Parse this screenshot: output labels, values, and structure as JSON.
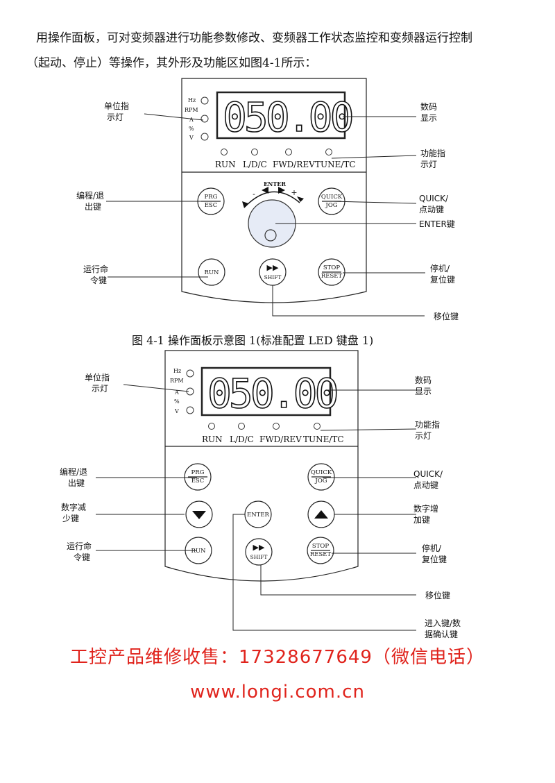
{
  "intro": {
    "line1": "用操作面板，可对变频器进行功能参数修改、变频器工作状态监控和变频器运行控制",
    "line2": "（起动、停止）等操作，其外形及功能区如图4-1所示："
  },
  "figure1": {
    "caption": "图 4-1 操作面板示意图 1(标准配置 LED 键盘 1)",
    "display": "050.00",
    "unit_leds": [
      "Hz",
      "RPM",
      "A",
      "%",
      "V"
    ],
    "status_leds": [
      "RUN",
      "L/D/C",
      "FWD/REV",
      "TUNE/TC"
    ],
    "keys": {
      "prg_top": "PRG",
      "prg_bottom": "ESC",
      "quick_top": "QUICK",
      "quick_bottom": "JOG",
      "run": "RUN",
      "shift_symbol": "▶▶",
      "shift": "SHIFT",
      "stop_top": "STOP",
      "stop_bottom": "RESET",
      "enter_label": "ENTER",
      "minus": "-",
      "plus": "+"
    },
    "callouts": {
      "unit_indicator": [
        "单位指",
        "示灯"
      ],
      "digital_display": [
        "数码",
        "显示"
      ],
      "function_indicator": [
        "功能指",
        "示灯"
      ],
      "prg_esc": [
        "编程/退",
        "出键"
      ],
      "quick_jog": [
        "QUICK/",
        "点动键"
      ],
      "enter_key": "ENTER键",
      "run_key": [
        "运行命",
        "令键"
      ],
      "stop_reset": [
        "停机/",
        "复位键"
      ],
      "shift_key": "移位键"
    }
  },
  "figure2": {
    "display": "050.00",
    "unit_leds": [
      "Hz",
      "RPM",
      "A",
      "%",
      "V"
    ],
    "status_leds": [
      "RUN",
      "L/D/C",
      "FWD/REV",
      "TUNE/TC"
    ],
    "keys": {
      "prg_top": "PRG",
      "prg_bottom": "ESC",
      "quick_top": "QUICK",
      "quick_bottom": "JOG",
      "enter": "ENTER",
      "run": "RUN",
      "shift_symbol": "▶▶",
      "shift": "SHIFT",
      "stop_top": "STOP",
      "stop_bottom": "RESET"
    },
    "callouts": {
      "unit_indicator": [
        "单位指",
        "示灯"
      ],
      "digital_display": [
        "数码",
        "显示"
      ],
      "function_indicator": [
        "功能指",
        "示灯"
      ],
      "prg_esc": [
        "编程/退",
        "出键"
      ],
      "quick_jog": [
        "QUICK/",
        "点动键"
      ],
      "decrement": [
        "数字减",
        "少键"
      ],
      "increment": [
        "数字增",
        "加键"
      ],
      "run_key": [
        "运行命",
        "令键"
      ],
      "stop_reset": [
        "停机/",
        "复位键"
      ],
      "shift_key": "移位键",
      "enter_confirm": [
        "进入键/数",
        "据确认键"
      ]
    }
  },
  "footer": {
    "contact": "工控产品维修收售：17328677649（微信电话）",
    "website": "www.longi.com.cn"
  },
  "colors": {
    "ad_red": "#e0231c",
    "panel_line": "#222222",
    "knob_fill": "#e6ebf6"
  }
}
